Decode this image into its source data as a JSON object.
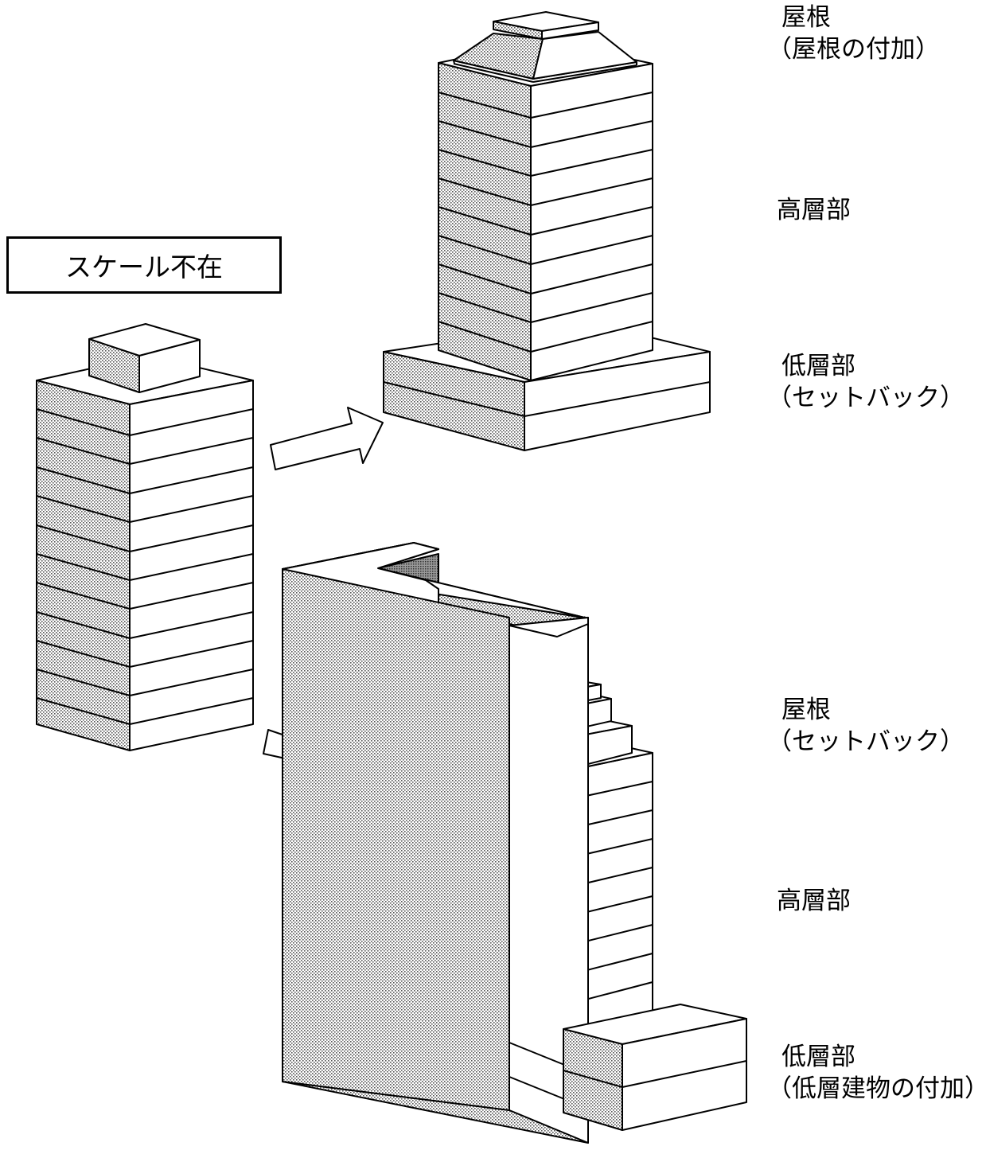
{
  "scale_box": "スケール不在",
  "top_labels": {
    "roof": "屋根",
    "roof_note": "（屋根の付加）",
    "high": "高層部",
    "low": "低層部",
    "low_note": "（セットバック）"
  },
  "bottom_labels": {
    "roof": "屋根",
    "roof_note": "（セットバック）",
    "high": "高層部",
    "low": "低層部",
    "low_note": "（低層建物の付加）"
  },
  "colors": {
    "stroke": "#000000",
    "face": "#ffffff",
    "dotted_face": "#d8d8d8",
    "hole": "#6e6e6e"
  }
}
